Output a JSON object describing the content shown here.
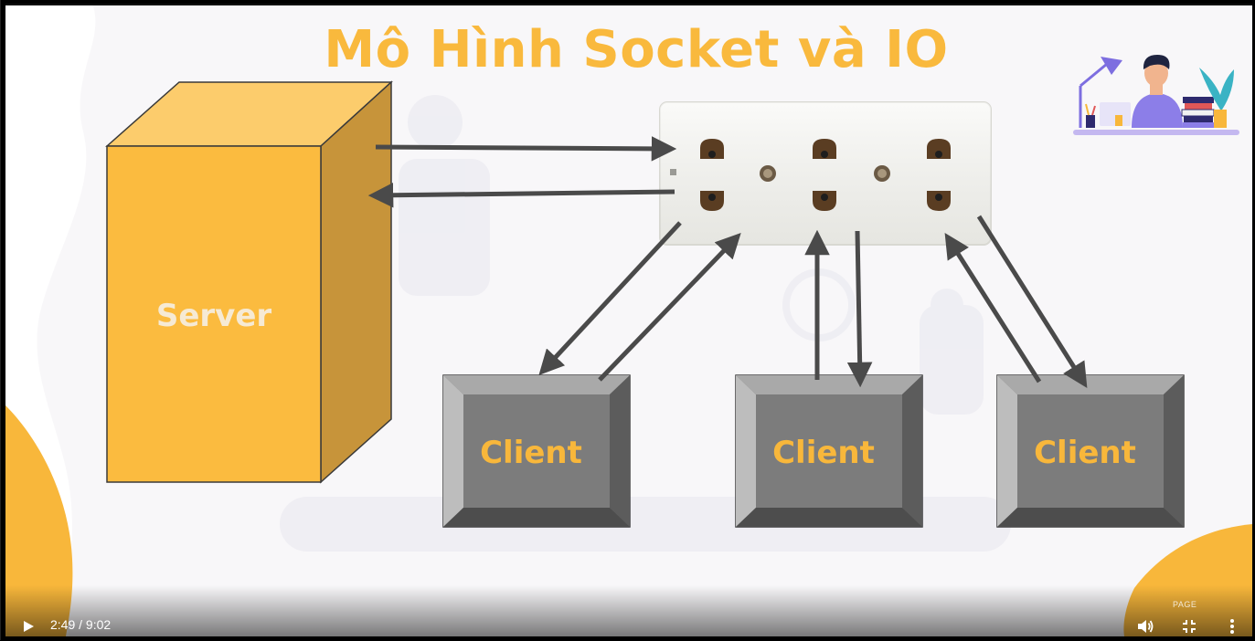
{
  "slide": {
    "title": "Mô Hình Socket và IO",
    "server_label": "Server",
    "clients": [
      "Client",
      "Client",
      "Client"
    ],
    "corner_mark": "PAGE"
  },
  "player": {
    "current_time": "2:49",
    "duration": "9:02",
    "time_text": "2:49 / 9:02",
    "icons": {
      "play": "play-icon",
      "volume": "volume-icon",
      "exit_fullscreen": "exit-fullscreen-icon",
      "more": "more-options-icon"
    }
  },
  "colors": {
    "accent_orange": "#f9b93d",
    "server_front": "#fbbb3f",
    "client_gray": "#7c7c7c",
    "arrow_gray": "#4a4a4a"
  }
}
